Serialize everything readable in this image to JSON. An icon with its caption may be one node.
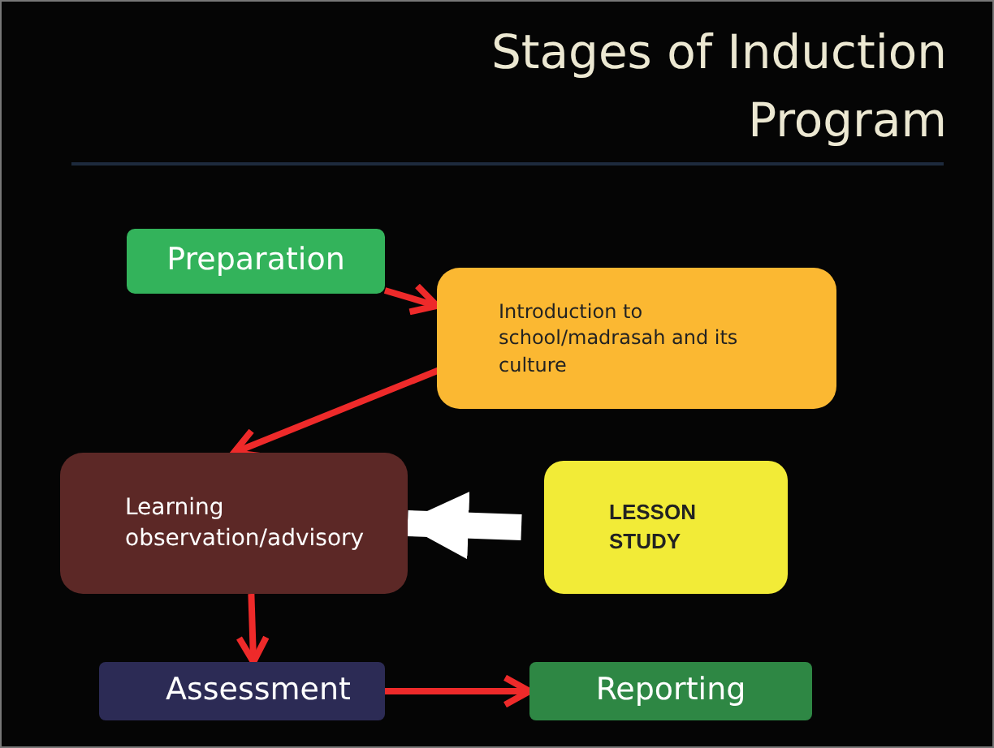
{
  "diagram": {
    "title": "Stages of Induction Program",
    "nodes": [
      {
        "text": [
          "Preparation"
        ]
      },
      {
        "text": [
          "Introduction to school/madrasah and its culture"
        ]
      },
      {
        "text": [
          "Learning observation/advisory"
        ]
      },
      {
        "text": [
          "LESSON STUDY"
        ]
      },
      {
        "text": [
          "Assessment"
        ]
      },
      {
        "text": [
          "Reporting"
        ]
      }
    ],
    "edges": [
      {
        "from": 0,
        "to": 1,
        "arrow": "to"
      },
      {
        "from": 1,
        "to": 2,
        "arrow": "to"
      },
      {
        "from": 3,
        "to": 2,
        "arrow": "to",
        "style": "thick",
        "color": "#ffffff"
      },
      {
        "from": 2,
        "to": 4,
        "arrow": "to"
      },
      {
        "from": 4,
        "to": 5,
        "arrow": "to"
      }
    ]
  }
}
